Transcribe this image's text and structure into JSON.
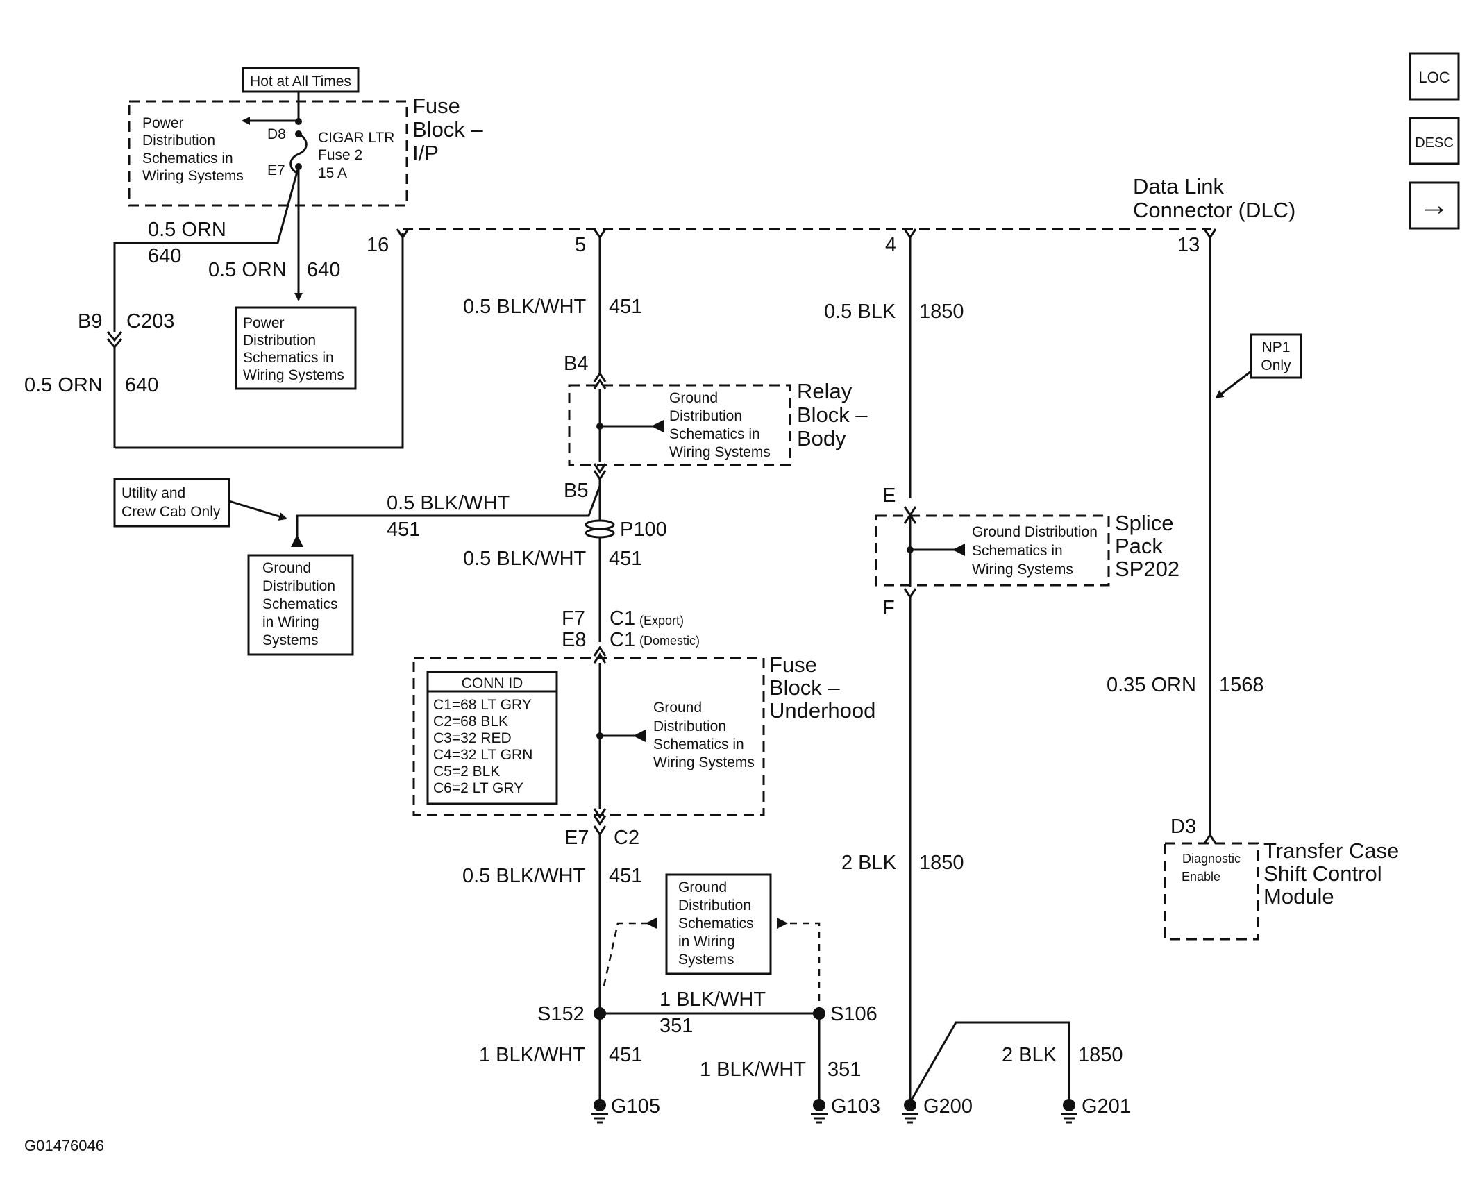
{
  "figure_id": "G01476046",
  "nav": {
    "loc": "LOC",
    "desc": "DESC",
    "next": "→"
  },
  "fuse_ip": {
    "hot_label": "Hot at All Times",
    "block_label": [
      "Fuse",
      "Block –",
      "I/P"
    ],
    "fuse_name": "CIGAR LTR",
    "fuse_num": "Fuse 2",
    "fuse_amp": "15 A",
    "pin_top": "D8",
    "pin_bottom": "E7",
    "ref_text": [
      "Power",
      "Distribution",
      "Schematics in",
      "Wiring Systems"
    ]
  },
  "power_ref_box": [
    "Power",
    "Distribution",
    "Schematics in",
    "Wiring Systems"
  ],
  "dlc": {
    "title": [
      "Data Link",
      "Connector (DLC)"
    ],
    "pins": [
      "16",
      "5",
      "4",
      "13"
    ]
  },
  "wires": {
    "orn_top_gauge": "0.5 ORN",
    "orn_top_circuit": "640",
    "orn_mid_gauge": "0.5 ORN",
    "orn_mid_circuit": "640",
    "orn_low_gauge": "0.5 ORN",
    "orn_low_circuit": "640",
    "c203_pin": "B9",
    "c203_name": "C203",
    "w451_a_gauge": "0.5 BLK/WHT",
    "w451_a_circuit": "451",
    "w451_b_gauge": "0.5 BLK/WHT",
    "w451_b_circuit": "451",
    "w451_c_gauge": "0.5 BLK/WHT",
    "w451_c_circuit": "451",
    "w451_d_gauge": "0.5 BLK/WHT",
    "w451_d_circuit": "451",
    "w451_e_gauge": "1 BLK/WHT",
    "w451_e_circuit": "451",
    "w1850_a_gauge": "0.5 BLK",
    "w1850_a_circuit": "1850",
    "w1850_b_gauge": "2 BLK",
    "w1850_b_circuit": "1850",
    "w1850_c_gauge": "2 BLK",
    "w1850_c_circuit": "1850",
    "w1568_gauge": "0.35 ORN",
    "w1568_circuit": "1568",
    "w351_gauge": "1 BLK/WHT",
    "w351_circuit": "351",
    "w351_b_gauge": "1 BLK/WHT",
    "w351_b_circuit": "351"
  },
  "relay_block": {
    "label": [
      "Relay",
      "Block –",
      "Body"
    ],
    "pin_top": "B4",
    "pin_bottom": "B5",
    "ref_text": [
      "Ground",
      "Distribution",
      "Schematics in",
      "Wiring Systems"
    ]
  },
  "utility_note": [
    "Utility and",
    "Crew Cab Only"
  ],
  "ground_ref_left": [
    "Ground",
    "Distribution",
    "Schematics",
    "in Wiring",
    "Systems"
  ],
  "p100": "P100",
  "fuse_uh": {
    "pin_f7": "F7",
    "c1_export": "C1",
    "export_note": "(Export)",
    "pin_e8": "E8",
    "c1_domestic": "C1",
    "domestic_note": "(Domestic)",
    "label": [
      "Fuse",
      "Block –",
      "Underhood"
    ],
    "ref_text": [
      "Ground",
      "Distribution",
      "Schematics in",
      "Wiring Systems"
    ],
    "pin_bottom": "E7",
    "conn_bottom": "C2"
  },
  "conn_id": {
    "title": "CONN ID",
    "rows": [
      "C1=68 LT GRY",
      "C2=68 BLK",
      "C3=32 RED",
      "C4=32 LT GRN",
      "C5=2 BLK",
      "C6=2 LT GRY"
    ]
  },
  "splice_pack": {
    "label": [
      "Splice",
      "Pack",
      "SP202"
    ],
    "pin_top": "E",
    "pin_bottom": "F",
    "ref_text": [
      "Ground Distribution",
      "Schematics in",
      "Wiring Systems"
    ]
  },
  "np1_note": [
    "NP1",
    "Only"
  ],
  "module": {
    "pin": "D3",
    "inner": [
      "Diagnostic",
      "Enable"
    ],
    "label": [
      "Transfer Case",
      "Shift Control",
      "Module"
    ]
  },
  "ground_ref_bottom": [
    "Ground",
    "Distribution",
    "Schematics",
    "in Wiring",
    "Systems"
  ],
  "splices": {
    "s152": "S152",
    "s106": "S106"
  },
  "grounds": {
    "g105": "G105",
    "g103": "G103",
    "g200": "G200",
    "g201": "G201"
  }
}
